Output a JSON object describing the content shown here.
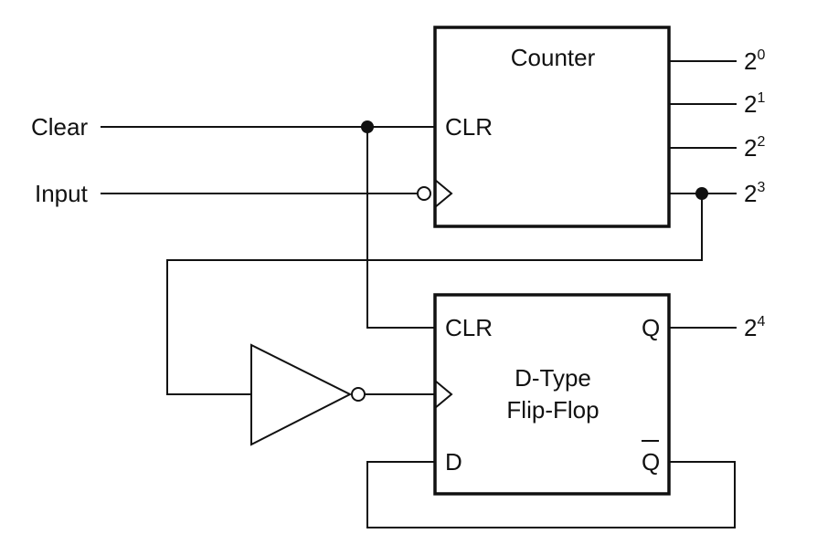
{
  "counter": {
    "title": "Counter",
    "clr_label": "CLR",
    "outputs": [
      {
        "base": "2",
        "exp": "0"
      },
      {
        "base": "2",
        "exp": "1"
      },
      {
        "base": "2",
        "exp": "2"
      },
      {
        "base": "2",
        "exp": "3"
      }
    ]
  },
  "inputs": {
    "clear_label": "Clear",
    "input_label": "Input"
  },
  "flipflop": {
    "title_line1": "D-Type",
    "title_line2": "Flip-Flop",
    "clr_label": "CLR",
    "q_label": "Q",
    "qbar_label": "Q",
    "d_label": "D",
    "output": {
      "base": "2",
      "exp": "4"
    }
  }
}
